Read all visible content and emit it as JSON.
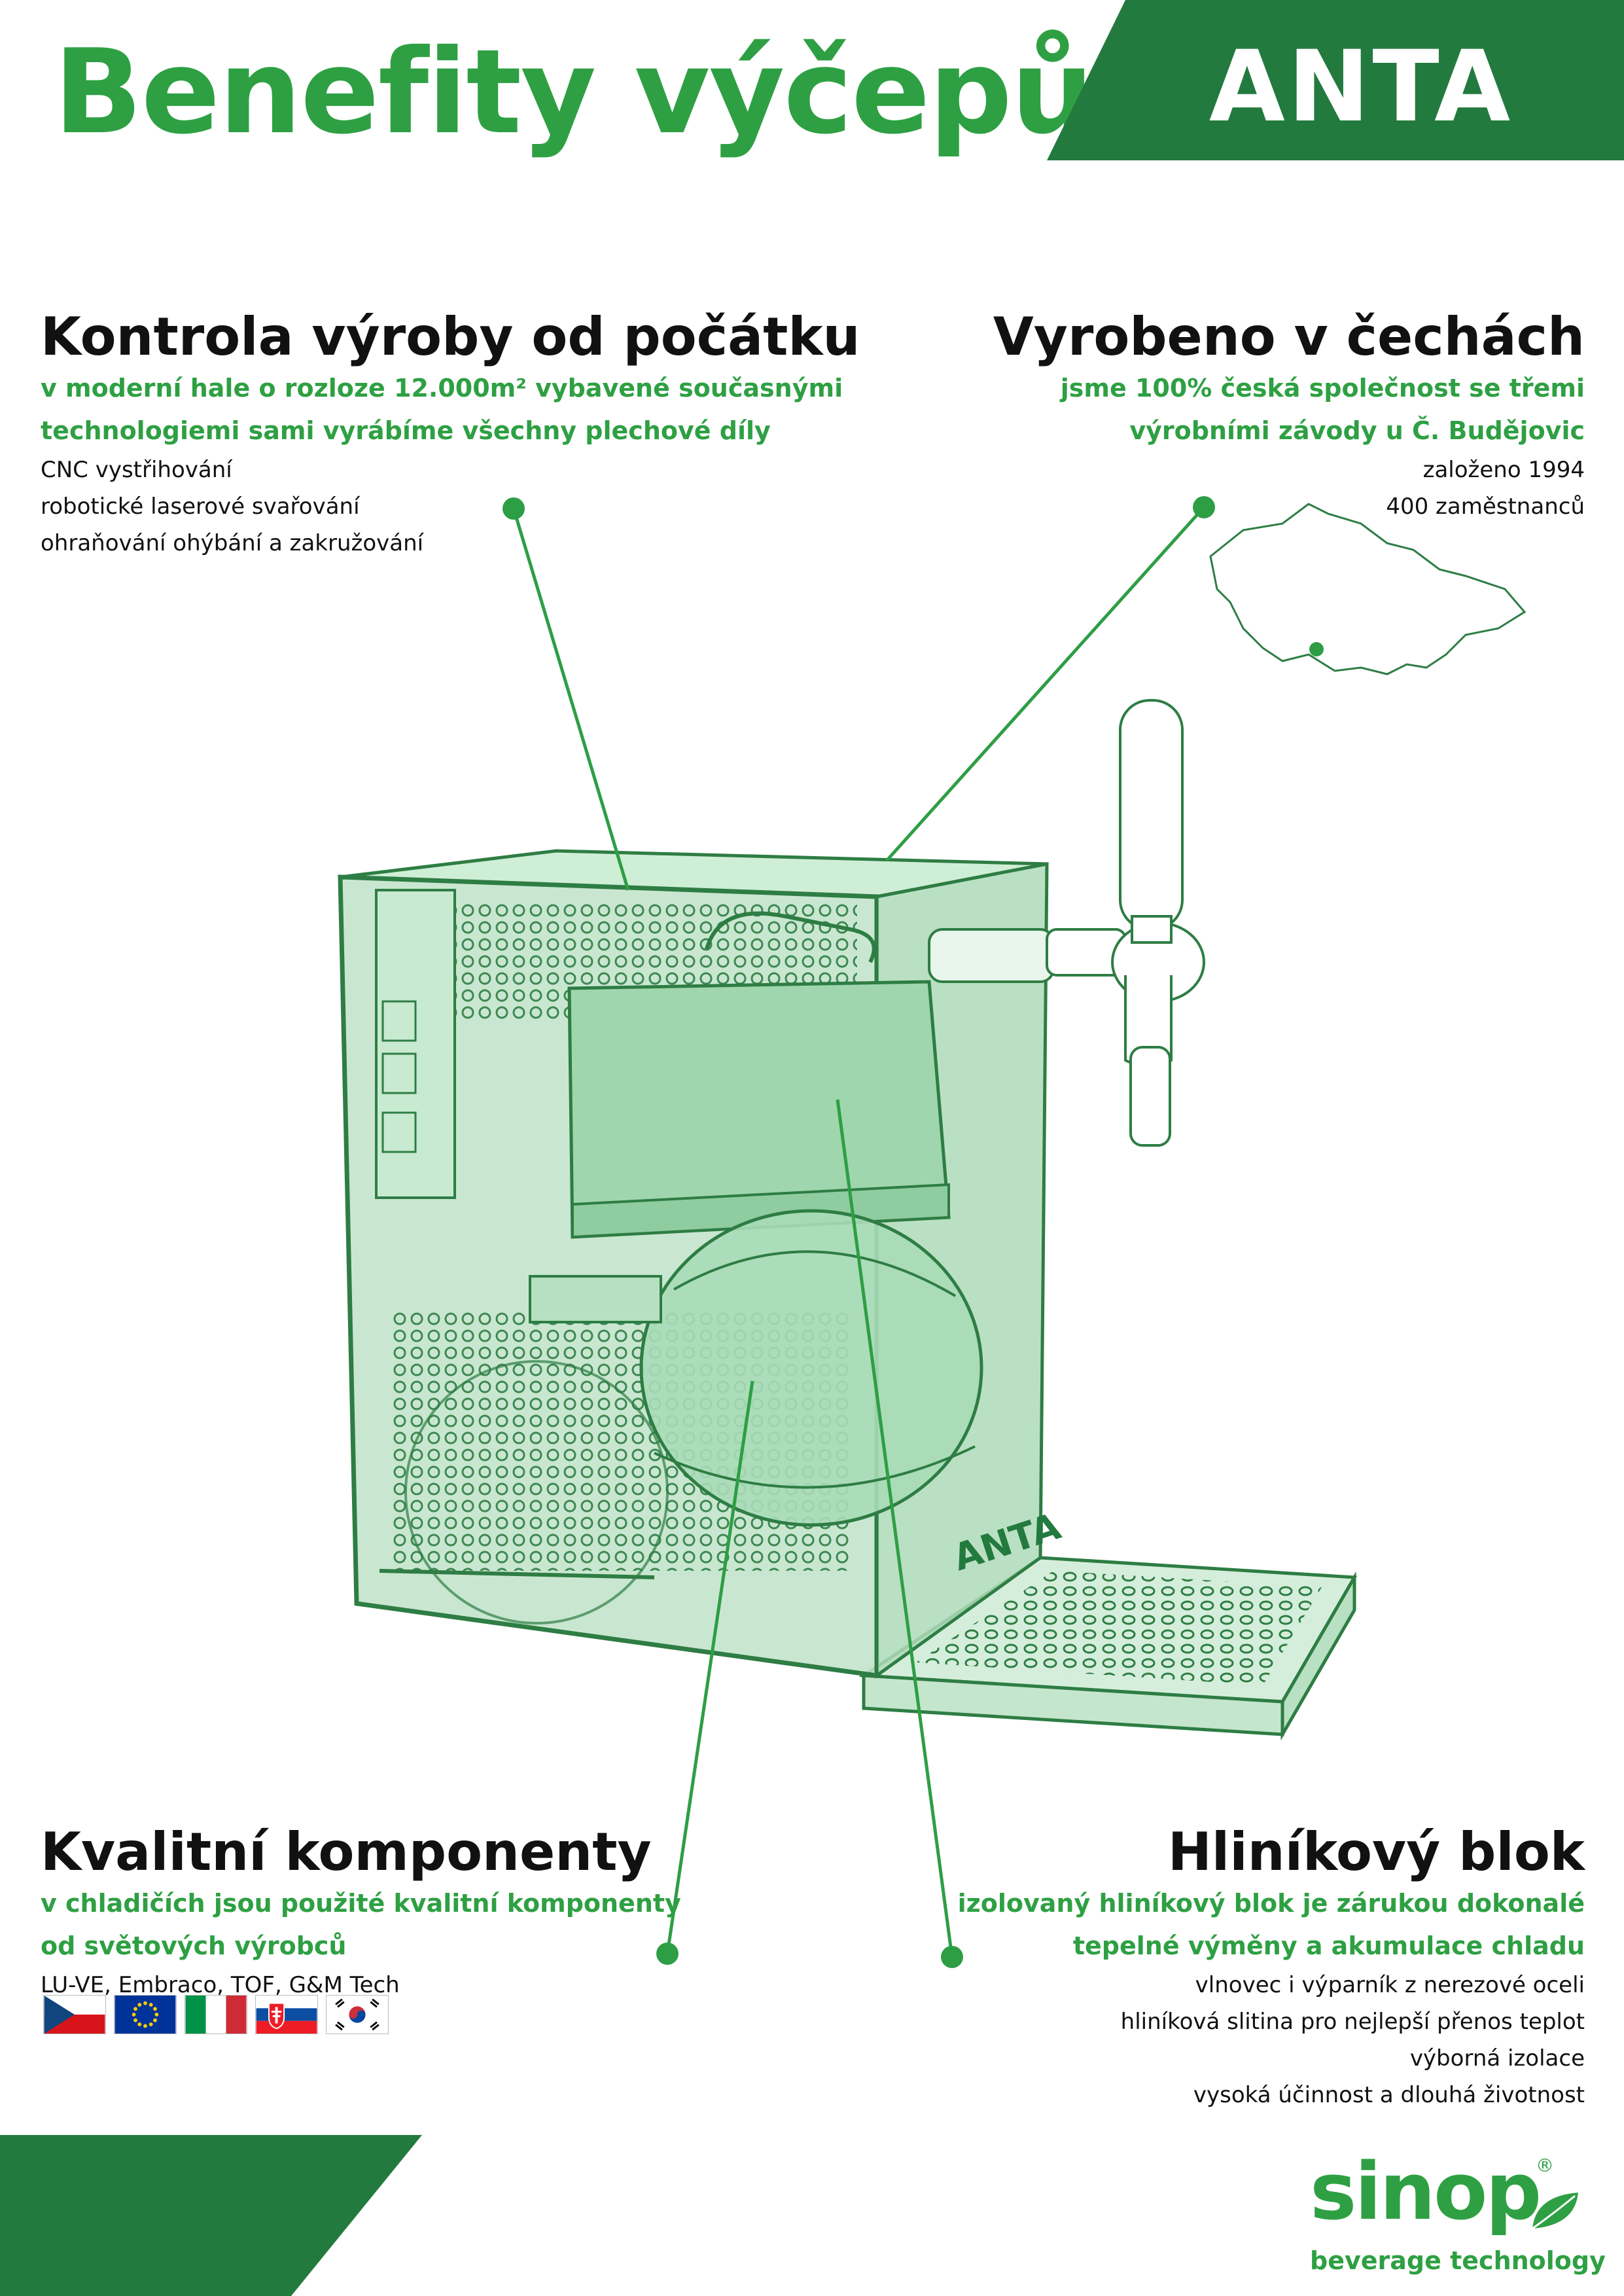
{
  "title": "Benefity výčepů",
  "brand": "ANTA",
  "colors": {
    "accent": "#2ea043",
    "banner": "#237a3e",
    "body_fill": "#bfe3c8"
  },
  "sections": {
    "production": {
      "title": "Kontrola výroby od počátku",
      "subtitle_line1": "v moderní hale o rozloze 12.000m² vybavené současnými",
      "subtitle_line2": "technologiemi sami vyrábíme všechny plechové díly",
      "items": [
        "CNC vystřihování",
        "robotické laserové svařování",
        "ohraňování ohýbání a zakružování"
      ]
    },
    "made_in": {
      "title": "Vyrobeno v čechách",
      "subtitle_line1": "jsme 100%  česká společnost se třemi",
      "subtitle_line2": "výrobními závody u Č. Budějovic",
      "items": [
        "založeno 1994",
        "400 zaměstnanců"
      ]
    },
    "components": {
      "title": "Kvalitní komponenty",
      "subtitle_line1": "v chladičích jsou použité kvalitní komponenty",
      "subtitle_line2": "od světových výrobců",
      "items": [
        "LU-VE,  Embraco, TOF, G&M Tech"
      ],
      "flags": [
        "czech-flag",
        "eu-flag",
        "italy-flag",
        "slovakia-flag",
        "south-korea-flag"
      ]
    },
    "aluminium": {
      "title": "Hliníkový blok",
      "subtitle_line1": "izolovaný hliníkový blok je zárukou  dokonalé",
      "subtitle_line2": "tepelné výměny a akumulace chladu",
      "items": [
        "vlnovec i výparník z nerezové oceli",
        "hliníková slitina pro nejlepší přenos teplot",
        "výborná izolace",
        "vysoká účinnost a dlouhá životnost"
      ]
    }
  },
  "device_badge": "ANTA",
  "logo": {
    "name": "sinop",
    "registered": "®",
    "tagline": "beverage technology"
  }
}
